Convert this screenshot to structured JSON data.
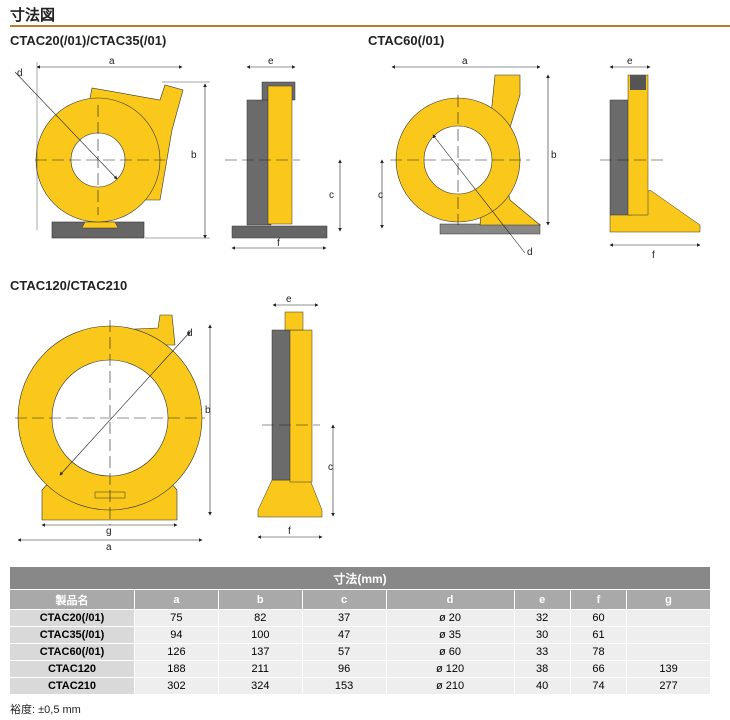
{
  "title": "寸法図",
  "sections": {
    "s1": "CTAC20(/01)/CTAC35(/01)",
    "s2": "CTAC60(/01)",
    "s3": "CTAC120/CTAC210"
  },
  "dims": {
    "a": "a",
    "b": "b",
    "c": "c",
    "d": "d",
    "e": "e",
    "f": "f",
    "g": "g"
  },
  "table": {
    "caption": "寸法(mm)",
    "headers": [
      "製品名",
      "a",
      "b",
      "c",
      "d",
      "e",
      "f",
      "g"
    ],
    "rows": [
      [
        "CTAC20(/01)",
        "75",
        "82",
        "37",
        "ø 20",
        "32",
        "60",
        ""
      ],
      [
        "CTAC35(/01)",
        "94",
        "100",
        "47",
        "ø 35",
        "30",
        "61",
        ""
      ],
      [
        "CTAC60(/01)",
        "126",
        "137",
        "57",
        "ø 60",
        "33",
        "78",
        ""
      ],
      [
        "CTAC120",
        "188",
        "211",
        "96",
        "ø 120",
        "38",
        "66",
        "139"
      ],
      [
        "CTAC210",
        "302",
        "324",
        "153",
        "ø 210",
        "40",
        "74",
        "277"
      ]
    ]
  },
  "note": "裕度: ±0,5 mm",
  "colors": {
    "yellow": "#f9c81a",
    "gray": "#6b6b6b",
    "rule": "#b57d2e"
  }
}
